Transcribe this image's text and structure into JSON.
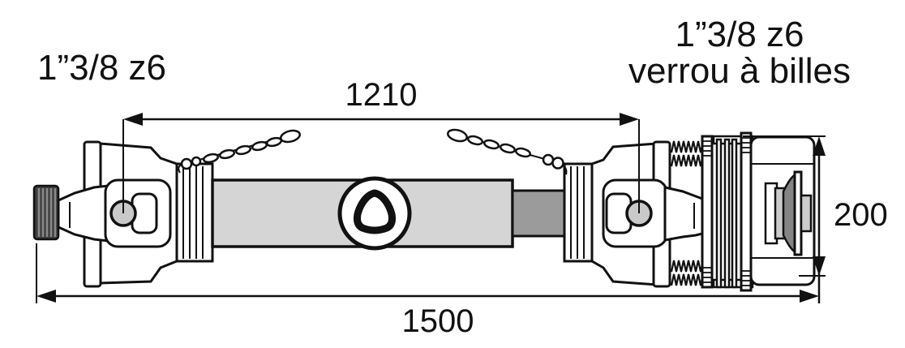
{
  "diagram": {
    "type": "technical-drawing",
    "subject": "Agricultural PTO cardan drive shaft with safety guard, side view",
    "labels": {
      "left_end": "1”3/8 z6",
      "right_end_line1": "1”3/8 z6",
      "right_end_line2": "verrou à billes"
    },
    "dimensions": {
      "between_joint_centers": "1210",
      "overall_length": "1500",
      "right_end_height": "200"
    },
    "colors": {
      "line": "#111111",
      "background": "#ffffff",
      "tube_outer": "#d5d5d5",
      "tube_inner": "#9b9b9b",
      "journal": "#c9c9c9",
      "spline_dark": "#3f3f3f",
      "cone_dark": "#858585",
      "stub_gray": "#cccccc"
    }
  }
}
